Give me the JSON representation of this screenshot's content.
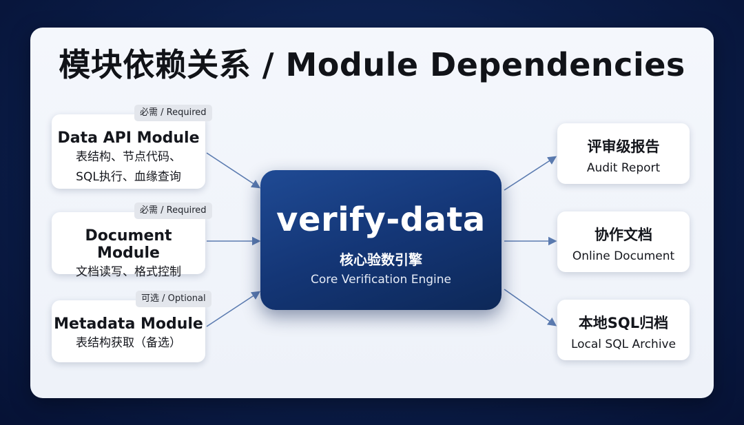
{
  "title": "模块依赖关系 / Module Dependencies",
  "engine": {
    "name": "verify-data",
    "subtitle_zh": "核心验数引擎",
    "subtitle_en": "Core Verification Engine"
  },
  "inputs": [
    {
      "badge": "必需 / Required",
      "title": "Data API Module",
      "lines": [
        "表结构、节点代码、",
        "SQL执行、血缘查询"
      ]
    },
    {
      "badge": "必需 / Required",
      "title": "Document Module",
      "lines": [
        "文档读写、格式控制"
      ]
    },
    {
      "badge": "可选 / Optional",
      "title": "Metadata Module",
      "lines": [
        "表结构获取（备选）"
      ]
    }
  ],
  "outputs": [
    {
      "title_zh": "评审级报告",
      "title_en": "Audit Report"
    },
    {
      "title_zh": "协作文档",
      "title_en": "Online Document"
    },
    {
      "title_zh": "本地SQL归档",
      "title_en": "Local SQL Archive"
    }
  ],
  "colors": {
    "engine": "#143676",
    "arrow": "#5b7bb0",
    "background": "#0b1d48"
  }
}
